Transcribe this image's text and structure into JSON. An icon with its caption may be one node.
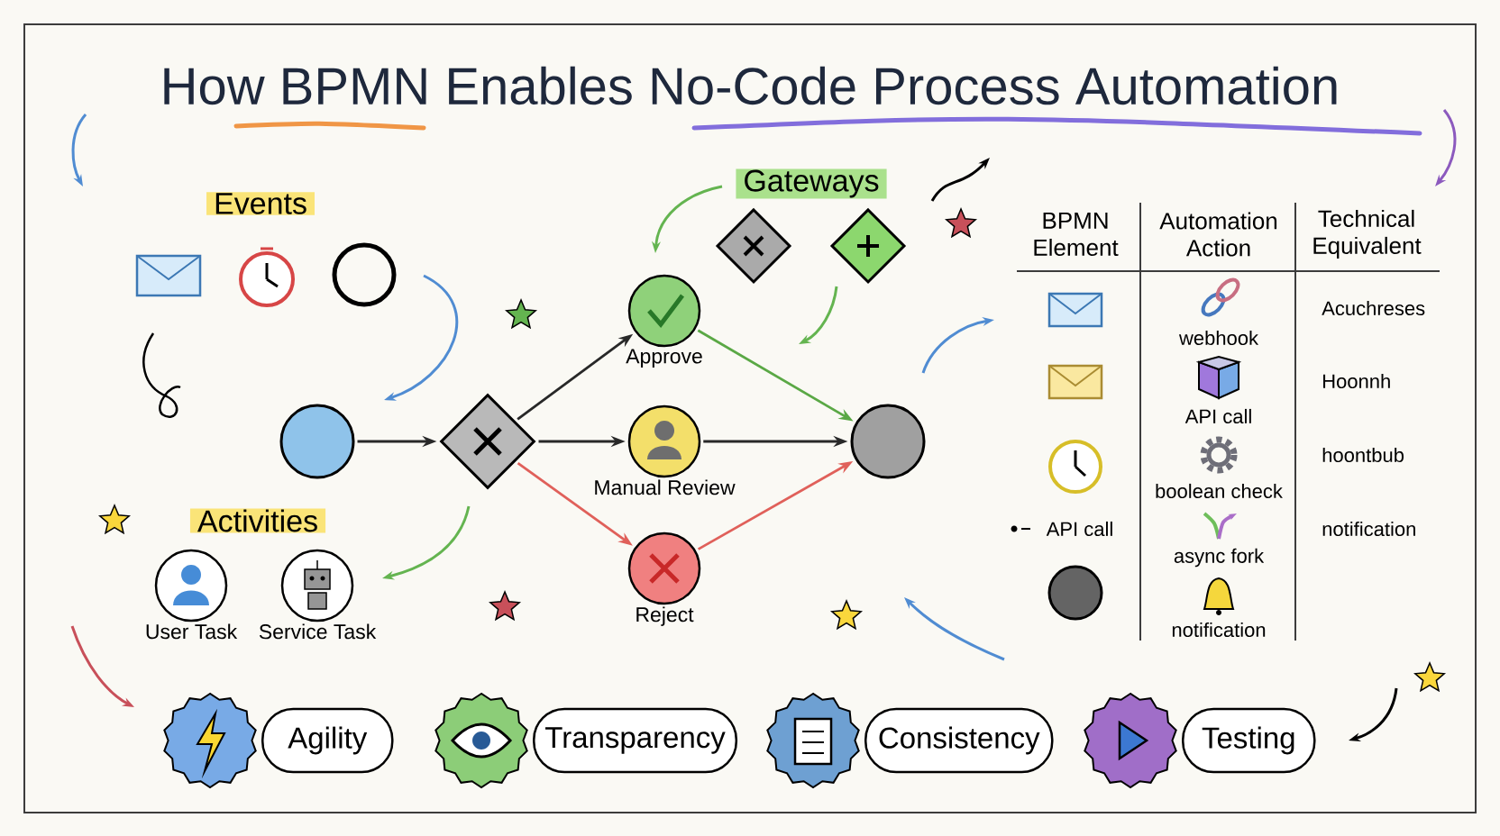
{
  "diagram": {
    "title": "How BPMN Enables No-Code Process Automation",
    "nodes": [
      {
        "text": [],
        "shape": "circle"
      },
      {
        "text": [],
        "shape": "diamond"
      },
      {
        "text": [
          "Approve"
        ]
      },
      {
        "text": [
          "Manual Review"
        ]
      },
      {
        "text": [
          "Reject"
        ]
      },
      {
        "text": [],
        "shape": "circle"
      },
      {
        "text": [
          "User Task"
        ]
      },
      {
        "text": [
          "Service Task"
        ]
      },
      {
        "text": [
          "Agility"
        ]
      },
      {
        "text": [
          "Transparency"
        ]
      },
      {
        "text": [
          "Consistency"
        ]
      },
      {
        "text": [
          "Testing"
        ]
      }
    ],
    "edges": [
      {
        "from": 0,
        "to": 1,
        "arrow": "to"
      },
      {
        "from": 1,
        "to": 2,
        "arrow": "to"
      },
      {
        "from": 1,
        "to": 3,
        "arrow": "to"
      },
      {
        "from": 1,
        "to": 4,
        "arrow": "to",
        "color": "#e0605a"
      },
      {
        "from": 2,
        "to": 5,
        "arrow": "to",
        "color": "#5aa845"
      },
      {
        "from": 3,
        "to": 5,
        "arrow": "to"
      },
      {
        "from": 4,
        "to": 5,
        "arrow": "to",
        "color": "#e0605a"
      }
    ],
    "labels": [
      "Events",
      "Gateways",
      "Activities",
      "BPMN Element",
      "Automation Action",
      "Technical Equivalent",
      "webhook",
      "Acuchreses",
      "API call",
      "Hoonnh",
      "boolean check",
      "hoontbub",
      "API call",
      "async fork",
      "notification",
      "notification"
    ]
  }
}
